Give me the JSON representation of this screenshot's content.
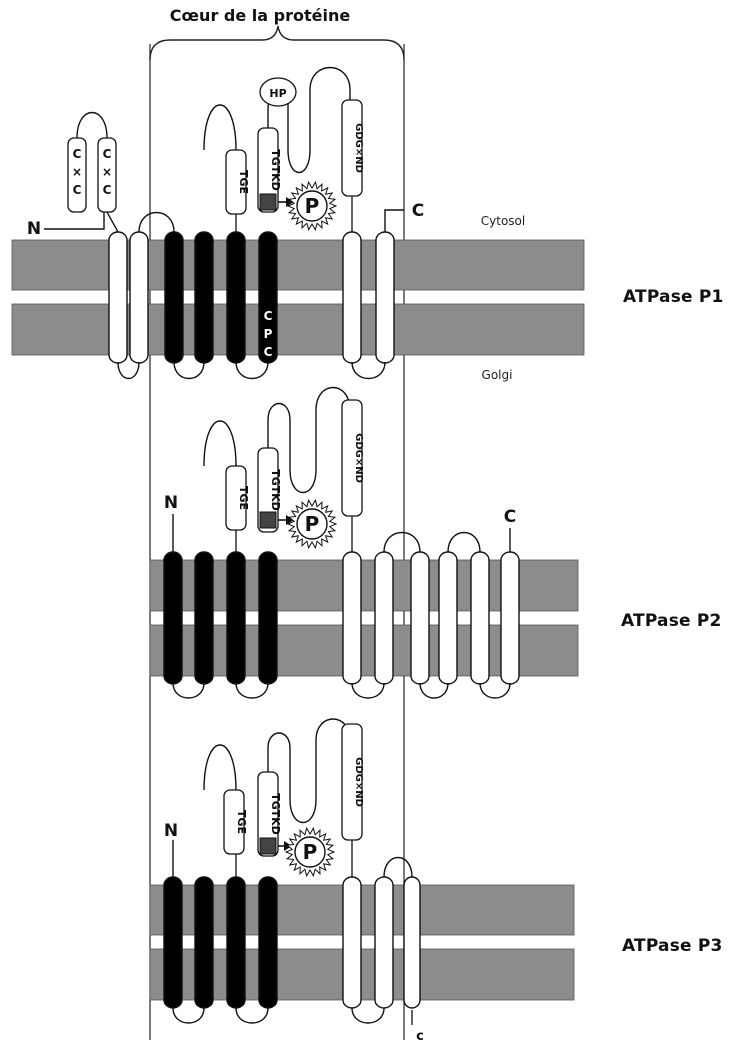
{
  "title": "Cœur de la protéine",
  "compartments": {
    "top": "Cytosol",
    "bottom": "Golgi"
  },
  "panels": [
    {
      "label": "ATPase P1",
      "n_label": "N",
      "c_label": "C",
      "motifs": {
        "cxxc_1": [
          "C",
          "×",
          "C"
        ],
        "cxxc_2": [
          "C",
          "×",
          "C"
        ],
        "tge": "TGE",
        "tgtkd": "TGTKD",
        "gdg": "GDG×ND",
        "hp": "HP",
        "cpc": [
          "C",
          "P",
          "C"
        ],
        "phospho": "P"
      }
    },
    {
      "label": "ATPase P2",
      "n_label": "N",
      "c_label": "C",
      "motifs": {
        "tge": "TGE",
        "tgtkd": "TGTKD",
        "gdg": "GDG×ND",
        "phospho": "P"
      }
    },
    {
      "label": "ATPase P3",
      "n_label": "N",
      "c_label": "c",
      "motifs": {
        "tge": "TGE",
        "tgtkd": "TGTKD",
        "gdg": "GDG×ND",
        "phospho": "P"
      }
    }
  ],
  "colors": {
    "membrane": "#8c8c8c",
    "core_helix": "#000000",
    "helix_outline": "#111111"
  }
}
